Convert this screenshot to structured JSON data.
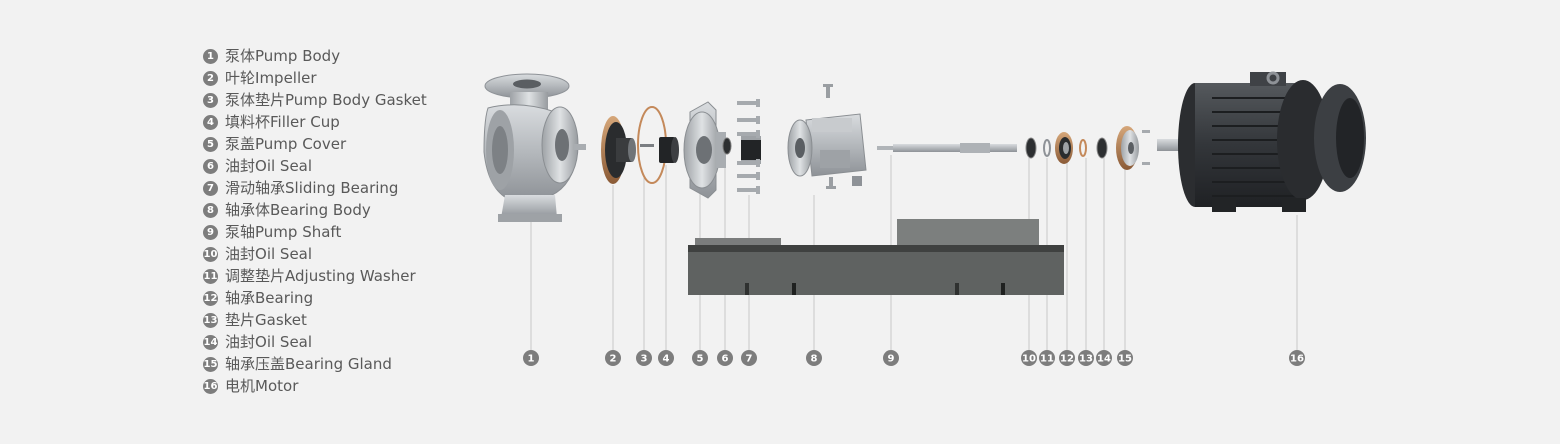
{
  "legend": [
    {
      "num": "1",
      "cn": "泵体",
      "en": "Pump Body"
    },
    {
      "num": "2",
      "cn": "叶轮",
      "en": "Impeller"
    },
    {
      "num": "3",
      "cn": "泵体垫片",
      "en": "Pump Body Gasket"
    },
    {
      "num": "4",
      "cn": "填料杯",
      "en": "Filler Cup"
    },
    {
      "num": "5",
      "cn": "泵盖",
      "en": "Pump Cover"
    },
    {
      "num": "6",
      "cn": "油封",
      "en": "Oil Seal"
    },
    {
      "num": "7",
      "cn": "滑动轴承",
      "en": "Sliding Bearing"
    },
    {
      "num": "8",
      "cn": "轴承体",
      "en": "Bearing Body"
    },
    {
      "num": "9",
      "cn": "泵轴",
      "en": "Pump Shaft"
    },
    {
      "num": "10",
      "cn": "油封",
      "en": "Oil Seal"
    },
    {
      "num": "11",
      "cn": "调整垫片",
      "en": "Adjusting Washer"
    },
    {
      "num": "12",
      "cn": "轴承",
      "en": "Bearing"
    },
    {
      "num": "13",
      "cn": "垫片",
      "en": "Gasket"
    },
    {
      "num": "14",
      "cn": "油封",
      "en": "Oil Seal"
    },
    {
      "num": "15",
      "cn": "轴承压盖",
      "en": "Bearing Gland"
    },
    {
      "num": "16",
      "cn": "电机",
      "en": "Motor"
    }
  ],
  "callouts": [
    "1",
    "2",
    "3",
    "4",
    "5",
    "6",
    "7",
    "8",
    "9",
    "10",
    "11",
    "12",
    "13",
    "14",
    "15",
    "16"
  ],
  "colors": {
    "background": "#f2f2f2",
    "text": "#595959",
    "badge": "#7d7d7d",
    "metal": "#b8bcc0",
    "motor": "#3a3d40",
    "baseplate": "#5b5b5b",
    "leader": "#c8c8c8"
  }
}
